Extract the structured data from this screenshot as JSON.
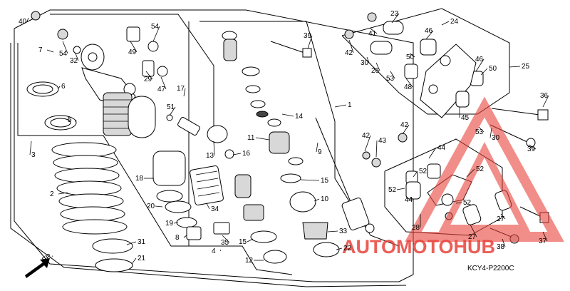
{
  "diagram_code": "KCY4-P2200C",
  "watermark": {
    "brand_a": "AUTO",
    "brand_b": "MOTO",
    "brand_c": "HUB",
    "color": "#e8423a"
  },
  "front_arrow": "FR.",
  "callouts": [
    {
      "num": "40"
    },
    {
      "num": "7"
    },
    {
      "num": "54"
    },
    {
      "num": "32"
    },
    {
      "num": "49"
    },
    {
      "num": "54"
    },
    {
      "num": "29"
    },
    {
      "num": "47"
    },
    {
      "num": "6"
    },
    {
      "num": "5"
    },
    {
      "num": "3"
    },
    {
      "num": "17"
    },
    {
      "num": "51"
    },
    {
      "num": "13"
    },
    {
      "num": "2"
    },
    {
      "num": "18"
    },
    {
      "num": "20"
    },
    {
      "num": "19"
    },
    {
      "num": "8"
    },
    {
      "num": "31"
    },
    {
      "num": "21"
    },
    {
      "num": "34"
    },
    {
      "num": "35"
    },
    {
      "num": "4"
    },
    {
      "num": "16"
    },
    {
      "num": "14"
    },
    {
      "num": "11"
    },
    {
      "num": "15"
    },
    {
      "num": "10"
    },
    {
      "num": "15"
    },
    {
      "num": "12"
    },
    {
      "num": "33"
    },
    {
      "num": "22"
    },
    {
      "num": "9"
    },
    {
      "num": "1"
    },
    {
      "num": "39"
    },
    {
      "num": "23"
    },
    {
      "num": "41"
    },
    {
      "num": "42"
    },
    {
      "num": "30"
    },
    {
      "num": "26"
    },
    {
      "num": "53"
    },
    {
      "num": "46"
    },
    {
      "num": "50"
    },
    {
      "num": "48"
    },
    {
      "num": "24"
    },
    {
      "num": "25"
    },
    {
      "num": "46"
    },
    {
      "num": "50"
    },
    {
      "num": "45"
    },
    {
      "num": "36"
    },
    {
      "num": "53"
    },
    {
      "num": "30"
    },
    {
      "num": "39"
    },
    {
      "num": "42"
    },
    {
      "num": "43"
    },
    {
      "num": "42"
    },
    {
      "num": "44"
    },
    {
      "num": "52"
    },
    {
      "num": "52"
    },
    {
      "num": "52"
    },
    {
      "num": "44"
    },
    {
      "num": "52"
    },
    {
      "num": "27"
    },
    {
      "num": "28"
    },
    {
      "num": "27"
    },
    {
      "num": "38"
    },
    {
      "num": "37"
    }
  ]
}
